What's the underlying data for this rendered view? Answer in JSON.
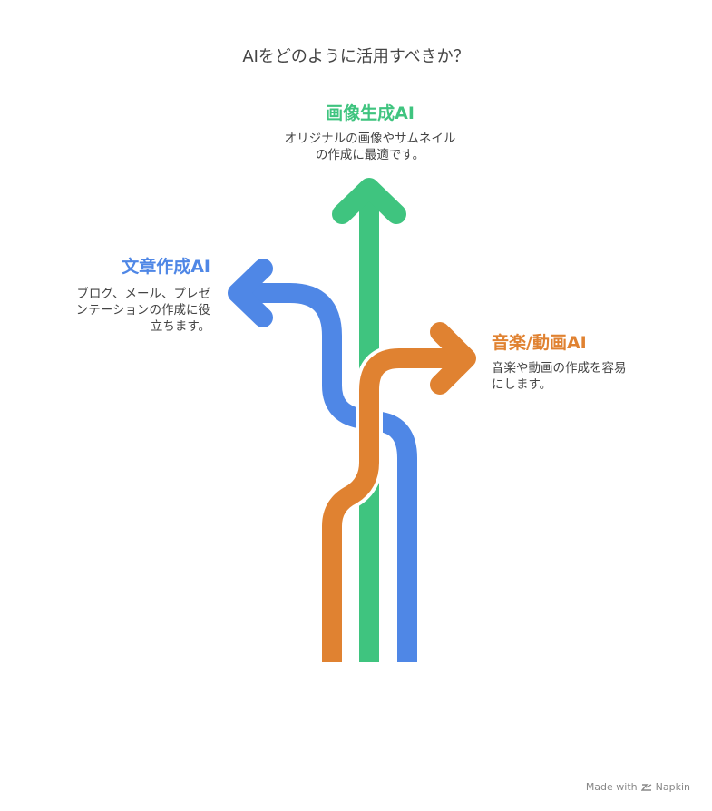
{
  "title": "AIをどのように活用すべきか？",
  "branches": {
    "image": {
      "title": "画像生成AI",
      "desc_line1": "オリジナルの画像やサムネイル",
      "desc_line2": "の作成に最適です。",
      "color": "#3fc47f"
    },
    "text": {
      "title": "文章作成AI",
      "desc_line1": "ブログ、メール、プレゼ",
      "desc_line2": "ンテーションの作成に役",
      "desc_line3": "立ちます。",
      "color": "#4f87e6"
    },
    "music": {
      "title": "音楽/動画AI",
      "desc_line1": "音楽や動画の作成を容易",
      "desc_line2": "にします。",
      "color": "#e08231"
    }
  },
  "footer": {
    "made_with": "Made with",
    "brand": "Napkin",
    "logo_icon": "napkin-logo-icon"
  }
}
